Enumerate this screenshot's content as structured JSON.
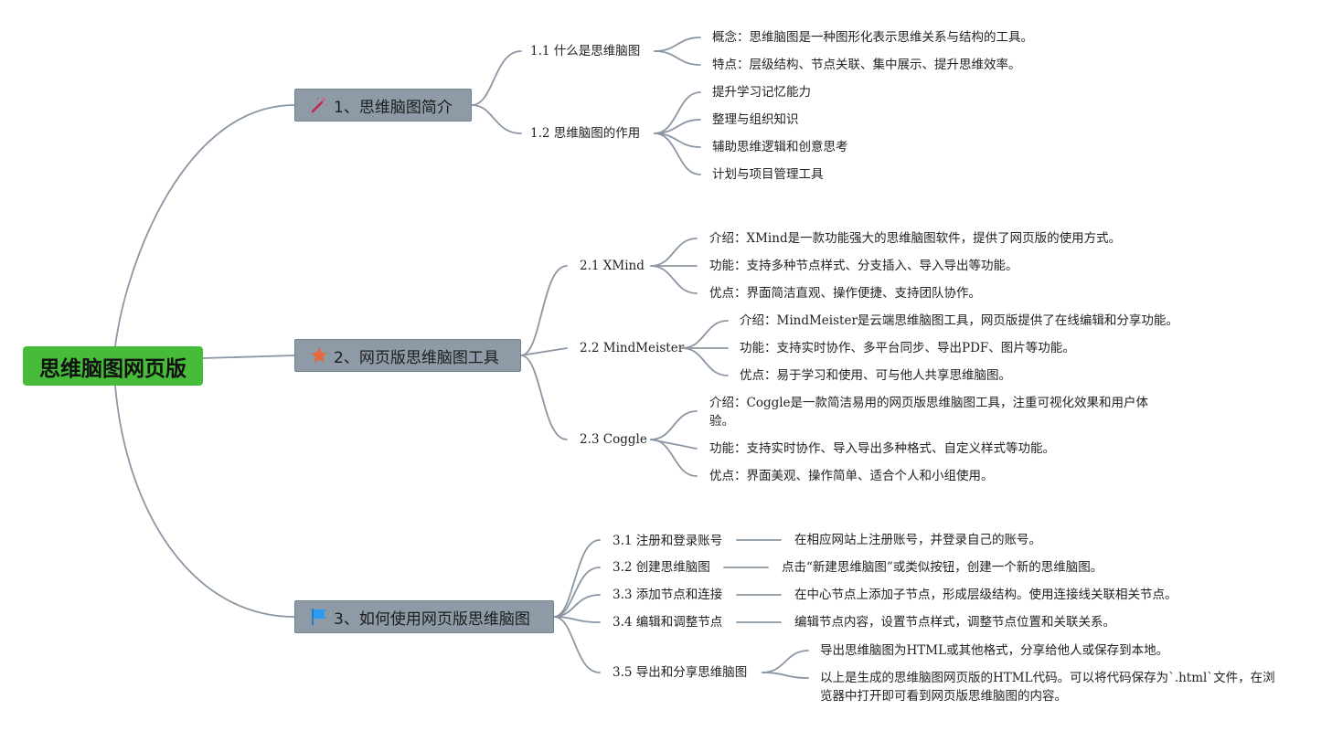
{
  "root": {
    "label": "思维脑图网页版"
  },
  "topics": [
    {
      "label": "1、思维脑图简介",
      "icon": "magic-wand-icon",
      "subs": [
        {
          "label": "1.1 什么是思维脑图",
          "leaves": [
            "概念：思维脑图是一种图形化表示思维关系与结构的工具。",
            "特点：层级结构、节点关联、集中展示、提升思维效率。"
          ]
        },
        {
          "label": "1.2 思维脑图的作用",
          "leaves": [
            "提升学习记忆能力",
            "整理与组织知识",
            "辅助思维逻辑和创意思考",
            "计划与项目管理工具"
          ]
        }
      ]
    },
    {
      "label": "2、网页版思维脑图工具",
      "icon": "star-icon",
      "subs": [
        {
          "label": "2.1 XMind",
          "leaves": [
            "介绍：XMind是一款功能强大的思维脑图软件，提供了网页版的使用方式。",
            "功能：支持多种节点样式、分支插入、导入导出等功能。",
            "优点：界面简洁直观、操作便捷、支持团队协作。"
          ]
        },
        {
          "label": "2.2 MindMeister",
          "leaves": [
            "介绍：MindMeister是云端思维脑图工具，网页版提供了在线编辑和分享功能。",
            "功能：支持实时协作、多平台同步、导出PDF、图片等功能。",
            "优点：易于学习和使用、可与他人共享思维脑图。"
          ]
        },
        {
          "label": "2.3 Coggle",
          "leaves": [
            "介绍：Coggle是一款简洁易用的网页版思维脑图工具，注重可视化效果和用户体验。",
            "功能：支持实时协作、导入导出多种格式、自定义样式等功能。",
            "优点：界面美观、操作简单、适合个人和小组使用。"
          ]
        }
      ]
    },
    {
      "label": "3、如何使用网页版思维脑图",
      "icon": "flag-icon",
      "subs": [
        {
          "label": "3.1 注册和登录账号",
          "leaves": [
            "在相应网站上注册账号，并登录自己的账号。"
          ]
        },
        {
          "label": "3.2 创建思维脑图",
          "leaves": [
            "点击“新建思维脑图”或类似按钮，创建一个新的思维脑图。"
          ]
        },
        {
          "label": "3.3 添加节点和连接",
          "leaves": [
            "在中心节点上添加子节点，形成层级结构。使用连接线关联相关节点。"
          ]
        },
        {
          "label": "3.4 编辑和调整节点",
          "leaves": [
            "编辑节点内容，设置节点样式，调整节点位置和关联关系。"
          ]
        },
        {
          "label": "3.5 导出和分享思维脑图",
          "leaves": [
            "导出思维脑图为HTML或其他格式，分享给他人或保存到本地。",
            "以上是生成的思维脑图网页版的HTML代码。可以将代码保存为`.html`文件，在浏览器中打开即可看到网页版思维脑图的内容。"
          ]
        }
      ]
    }
  ],
  "colors": {
    "root": "#47bc3a",
    "topic": "#8e9ba6",
    "link": "#8a96a3"
  }
}
